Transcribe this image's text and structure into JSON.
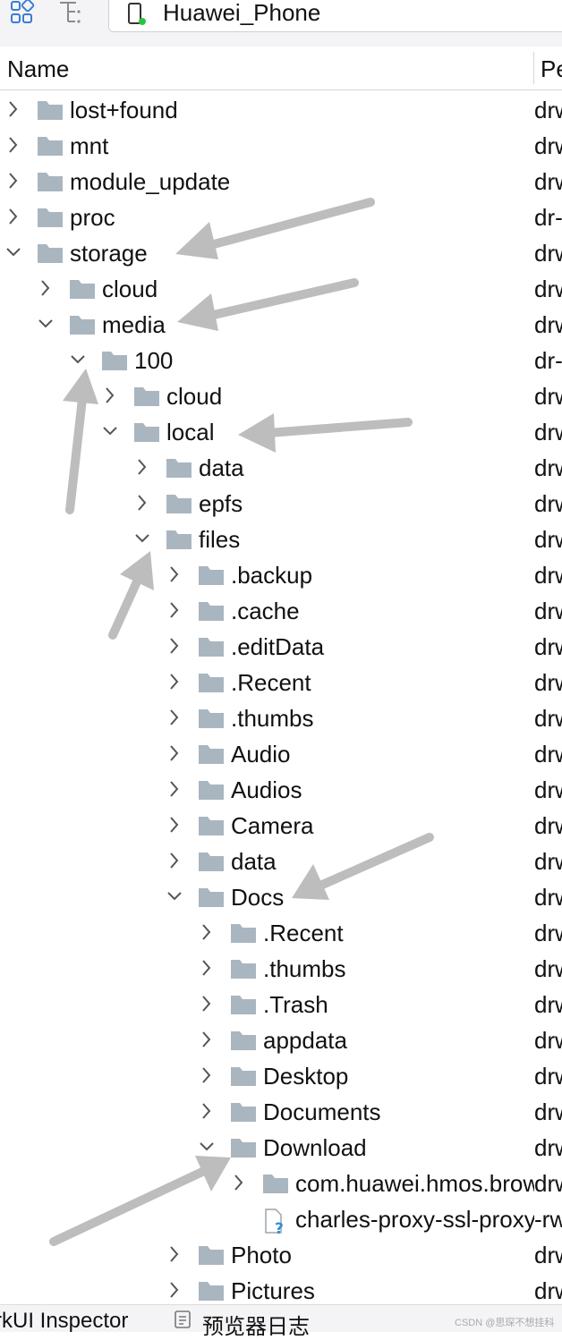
{
  "toolbar": {
    "device_name": "Huawei_Phone"
  },
  "table": {
    "col_name": "Name",
    "col_perm": "Pe"
  },
  "tree": [
    {
      "name": "lost+found",
      "perm": "drwx",
      "level": 0,
      "state": "collapsed",
      "type": "folder"
    },
    {
      "name": "mnt",
      "perm": "drwx",
      "level": 0,
      "state": "collapsed",
      "type": "folder"
    },
    {
      "name": "module_update",
      "perm": "drwx",
      "level": 0,
      "state": "collapsed",
      "type": "folder"
    },
    {
      "name": "proc",
      "perm": "dr-x",
      "level": 0,
      "state": "collapsed",
      "type": "folder"
    },
    {
      "name": "storage",
      "perm": "drwx",
      "level": 0,
      "state": "expanded",
      "type": "folder"
    },
    {
      "name": "cloud",
      "perm": "drwx",
      "level": 1,
      "state": "collapsed",
      "type": "folder"
    },
    {
      "name": "media",
      "perm": "drwx",
      "level": 1,
      "state": "expanded",
      "type": "folder"
    },
    {
      "name": "100",
      "perm": "dr-x",
      "level": 2,
      "state": "expanded",
      "type": "folder"
    },
    {
      "name": "cloud",
      "perm": "drwx",
      "level": 3,
      "state": "collapsed",
      "type": "folder"
    },
    {
      "name": "local",
      "perm": "drwx",
      "level": 3,
      "state": "expanded",
      "type": "folder"
    },
    {
      "name": "data",
      "perm": "drwx",
      "level": 4,
      "state": "collapsed",
      "type": "folder"
    },
    {
      "name": "epfs",
      "perm": "drwx",
      "level": 4,
      "state": "collapsed",
      "type": "folder"
    },
    {
      "name": "files",
      "perm": "drwx",
      "level": 4,
      "state": "expanded",
      "type": "folder"
    },
    {
      "name": ".backup",
      "perm": "drwx",
      "level": 5,
      "state": "collapsed",
      "type": "folder"
    },
    {
      "name": ".cache",
      "perm": "drwx",
      "level": 5,
      "state": "collapsed",
      "type": "folder"
    },
    {
      "name": ".editData",
      "perm": "drwx",
      "level": 5,
      "state": "collapsed",
      "type": "folder"
    },
    {
      "name": ".Recent",
      "perm": "drwx",
      "level": 5,
      "state": "collapsed",
      "type": "folder"
    },
    {
      "name": ".thumbs",
      "perm": "drwx",
      "level": 5,
      "state": "collapsed",
      "type": "folder"
    },
    {
      "name": "Audio",
      "perm": "drwx",
      "level": 5,
      "state": "collapsed",
      "type": "folder"
    },
    {
      "name": "Audios",
      "perm": "drwx",
      "level": 5,
      "state": "collapsed",
      "type": "folder"
    },
    {
      "name": "Camera",
      "perm": "drwx",
      "level": 5,
      "state": "collapsed",
      "type": "folder"
    },
    {
      "name": "data",
      "perm": "drwx",
      "level": 5,
      "state": "collapsed",
      "type": "folder"
    },
    {
      "name": "Docs",
      "perm": "drwx",
      "level": 5,
      "state": "expanded",
      "type": "folder"
    },
    {
      "name": ".Recent",
      "perm": "drwx",
      "level": 6,
      "state": "collapsed",
      "type": "folder"
    },
    {
      "name": ".thumbs",
      "perm": "drwx",
      "level": 6,
      "state": "collapsed",
      "type": "folder"
    },
    {
      "name": ".Trash",
      "perm": "drwx",
      "level": 6,
      "state": "collapsed",
      "type": "folder"
    },
    {
      "name": "appdata",
      "perm": "drwx",
      "level": 6,
      "state": "collapsed",
      "type": "folder"
    },
    {
      "name": "Desktop",
      "perm": "drwx",
      "level": 6,
      "state": "collapsed",
      "type": "folder"
    },
    {
      "name": "Documents",
      "perm": "drwx",
      "level": 6,
      "state": "collapsed",
      "type": "folder"
    },
    {
      "name": "Download",
      "perm": "drwx",
      "level": 6,
      "state": "expanded",
      "type": "folder"
    },
    {
      "name": "com.huawei.hmos.browser",
      "perm": "drwx",
      "level": 7,
      "state": "collapsed",
      "type": "folder"
    },
    {
      "name": "charles-proxy-ssl-proxying-certificate.pem",
      "perm": "-rw-",
      "level": 7,
      "state": "none",
      "type": "file"
    },
    {
      "name": "Photo",
      "perm": "drwx",
      "level": 5,
      "state": "collapsed",
      "type": "folder"
    },
    {
      "name": "Pictures",
      "perm": "drwx",
      "level": 5,
      "state": "collapsed",
      "type": "folder"
    }
  ],
  "bottom": {
    "tab_inspector": "rkUI Inspector",
    "tab_log": "预览器日志",
    "watermark": "CSDN @思琛不想挂科"
  },
  "colors": {
    "folder": "#aab6bf",
    "chevron": "#555555",
    "arrow": "#bdbdbd",
    "status_dot": "#2bc245",
    "toolbar_icon": "#3a7bd5"
  }
}
